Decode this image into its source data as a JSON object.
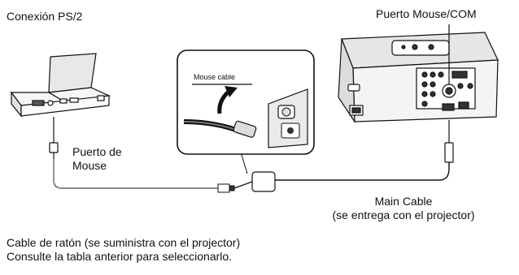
{
  "labels": {
    "connection": "Conexión PS/2",
    "port_mouse_com": "Puerto Mouse/COM",
    "mouse_port_line1": "Puerto de",
    "mouse_port_line2": "Mouse",
    "main_cable_line1": "Main Cable",
    "main_cable_line2": "(se entrega con el projector)",
    "mouse_cable_inset": "Mouse cable",
    "note_line1": "Cable de ratón (se suministra con el projector)",
    "note_line2": "Consulte la tabla anterior para seleccionarlo."
  },
  "colors": {
    "line": "#111111",
    "device_fill": "#f2f2f2",
    "dark": "#333333"
  }
}
